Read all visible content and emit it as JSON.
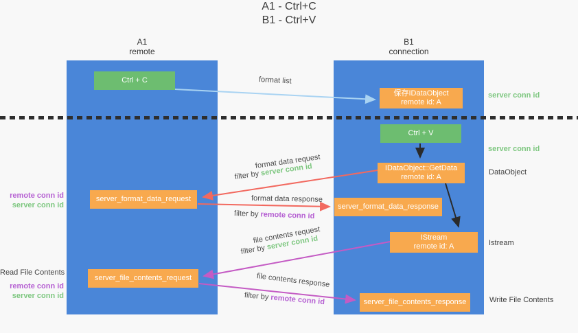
{
  "title": {
    "line1": "A1 - Ctrl+C",
    "line2": "B1 - Ctrl+V"
  },
  "lanes": {
    "a1": {
      "id": "A1",
      "role": "remote"
    },
    "b1": {
      "id": "B1",
      "role": "connection"
    }
  },
  "nodes": {
    "ctrl_c": {
      "label": "Ctrl + C"
    },
    "save_dataobject": {
      "line1": "保存IDataObject",
      "line2": "remote id: A"
    },
    "ctrl_v": {
      "label": "Ctrl + V"
    },
    "getdata": {
      "line1": "IDataObject::GetData",
      "line2": "remote id: A"
    },
    "server_format_data_request": {
      "label": "server_format_data_request"
    },
    "server_format_data_response": {
      "label": "server_format_data_response"
    },
    "istream": {
      "line1": "IStream",
      "line2": "remote id: A"
    },
    "server_file_contents_request": {
      "label": "server_file_contents_request"
    },
    "server_file_contents_response": {
      "label": "server_file_contents_response"
    }
  },
  "flow_labels": {
    "format_list": "format list",
    "format_data_request": {
      "text": "format data request",
      "filter_prefix": "filter by ",
      "filter_key": "server conn id"
    },
    "format_data_response": {
      "text": "format data response",
      "filter_prefix": "filter by ",
      "filter_key": "remote conn id"
    },
    "file_contents_request": {
      "text": "file contents request",
      "filter_prefix": "filter by ",
      "filter_key": "server conn id"
    },
    "file_contents_response": {
      "text": "file contents response",
      "filter_prefix": "filter by ",
      "filter_key": "remote conn id"
    }
  },
  "side_labels": {
    "right": {
      "server_conn_id_top": "server conn id",
      "server_conn_id_mid": "server conn id",
      "dataobject": "DataObject",
      "istream": "Istream",
      "write_file_contents": "Write File Contents"
    },
    "left": {
      "format_remote_conn_id": "remote conn id",
      "format_server_conn_id": "server conn id",
      "read_file_contents": "Read File Contents",
      "file_remote_conn_id": "remote conn id",
      "file_server_conn_id": "server conn id"
    }
  },
  "colors": {
    "lane_blue": "#4a86d8",
    "node_green": "#6dbd70",
    "node_orange": "#f8a94e",
    "green_text": "#7ec780",
    "purple_text": "#b55fd2",
    "arrow_blue": "#a9d3f2",
    "arrow_red": "#f2695f",
    "arrow_purple": "#c45bc4",
    "arrow_black": "#2a2a2a"
  }
}
